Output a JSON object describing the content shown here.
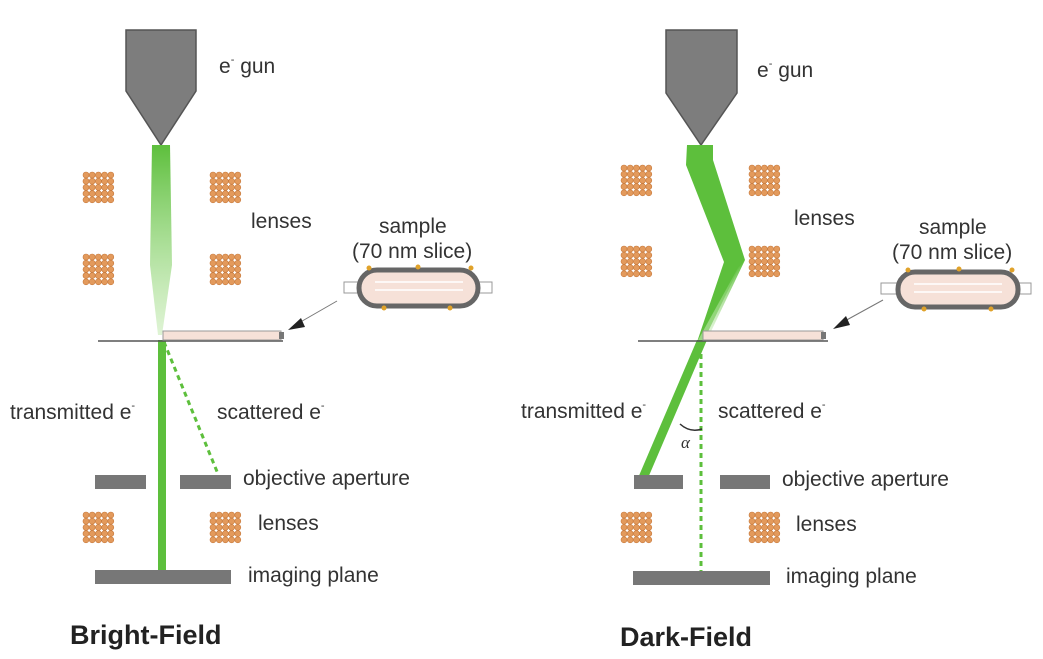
{
  "colors": {
    "beam": "#5dbf3c",
    "beam_light": "#c9ecb8",
    "gun": "#7d7d7d",
    "gun_stroke": "#555555",
    "lens": "#e39a5c",
    "lens_stroke": "#c77a3d",
    "aperture": "#777777",
    "sample_fill": "#f6e1d8",
    "sample_border": "#666666",
    "sample_dot": "#e0a22a",
    "line": "#555555"
  },
  "bright_field": {
    "title": "Bright-Field",
    "gun_label": "e",
    "gun_label_sup": "-",
    "gun_label_rest": " gun",
    "lenses_label": "lenses",
    "sample_label": "sample",
    "sample_sublabel": "(70 nm slice)",
    "transmitted_label": "transmitted e",
    "scattered_label": "scattered e",
    "aperture_label": "objective aperture",
    "lenses2_label": "lenses",
    "plane_label": "imaging plane"
  },
  "dark_field": {
    "title": "Dark-Field",
    "gun_label": "e",
    "gun_label_sup": "-",
    "gun_label_rest": " gun",
    "lenses_label": "lenses",
    "sample_label": "sample",
    "sample_sublabel": "(70 nm slice)",
    "transmitted_label": "transmitted e",
    "scattered_label": "scattered e",
    "angle_label": "α",
    "aperture_label": "objective aperture",
    "lenses2_label": "lenses",
    "plane_label": "imaging plane"
  }
}
